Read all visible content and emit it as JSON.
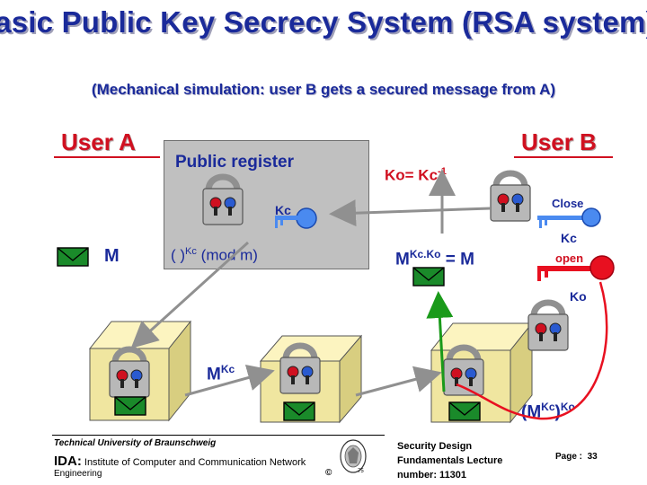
{
  "slide": {
    "title": "asic Public Key Secrecy System (RSA system)",
    "subtitle": "(Mechanical simulation: user B gets a secured message from A)"
  },
  "users": {
    "a": "User A",
    "b": "User B"
  },
  "register": {
    "title": "Public register",
    "key_label": "Kc",
    "function_text": "( )",
    "function_exp": "Kc",
    "function_mod": " (mod m)"
  },
  "relation": {
    "left": "Ko= Kc",
    "exp": "-1"
  },
  "message": {
    "m_label": "M"
  },
  "decrypt": {
    "base": "M",
    "exp": "Kc.Ko",
    "result": " = M"
  },
  "keys": {
    "close_label": "Close",
    "kc_label": "Kc",
    "open_label": "open",
    "ko_label": "Ko"
  },
  "cipher": {
    "base": "M",
    "exp": "Kc"
  },
  "cipher_b": {
    "open": "(M",
    "exp1": "Kc",
    "close": ")",
    "exp2": "Ko"
  },
  "footer": {
    "university": "Technical University of Braunschweig",
    "ida_prefix": "IDA:",
    "ida_text": " Institute of Computer and Communication Network",
    "engineering": "Engineering",
    "copyright": "©",
    "seal_year": "75",
    "course_line1": "Security Design",
    "course_line2": "Fundamentals Lecture",
    "course_line3": "number: 11301",
    "page_label": "Page :",
    "page_number": "33"
  },
  "colors": {
    "title": "#1a2a9a",
    "accent_red": "#d01020",
    "key_blue": "#4a8af0",
    "arrow_green": "#1a9a1a",
    "envelope_green": "#1a8a2a"
  }
}
